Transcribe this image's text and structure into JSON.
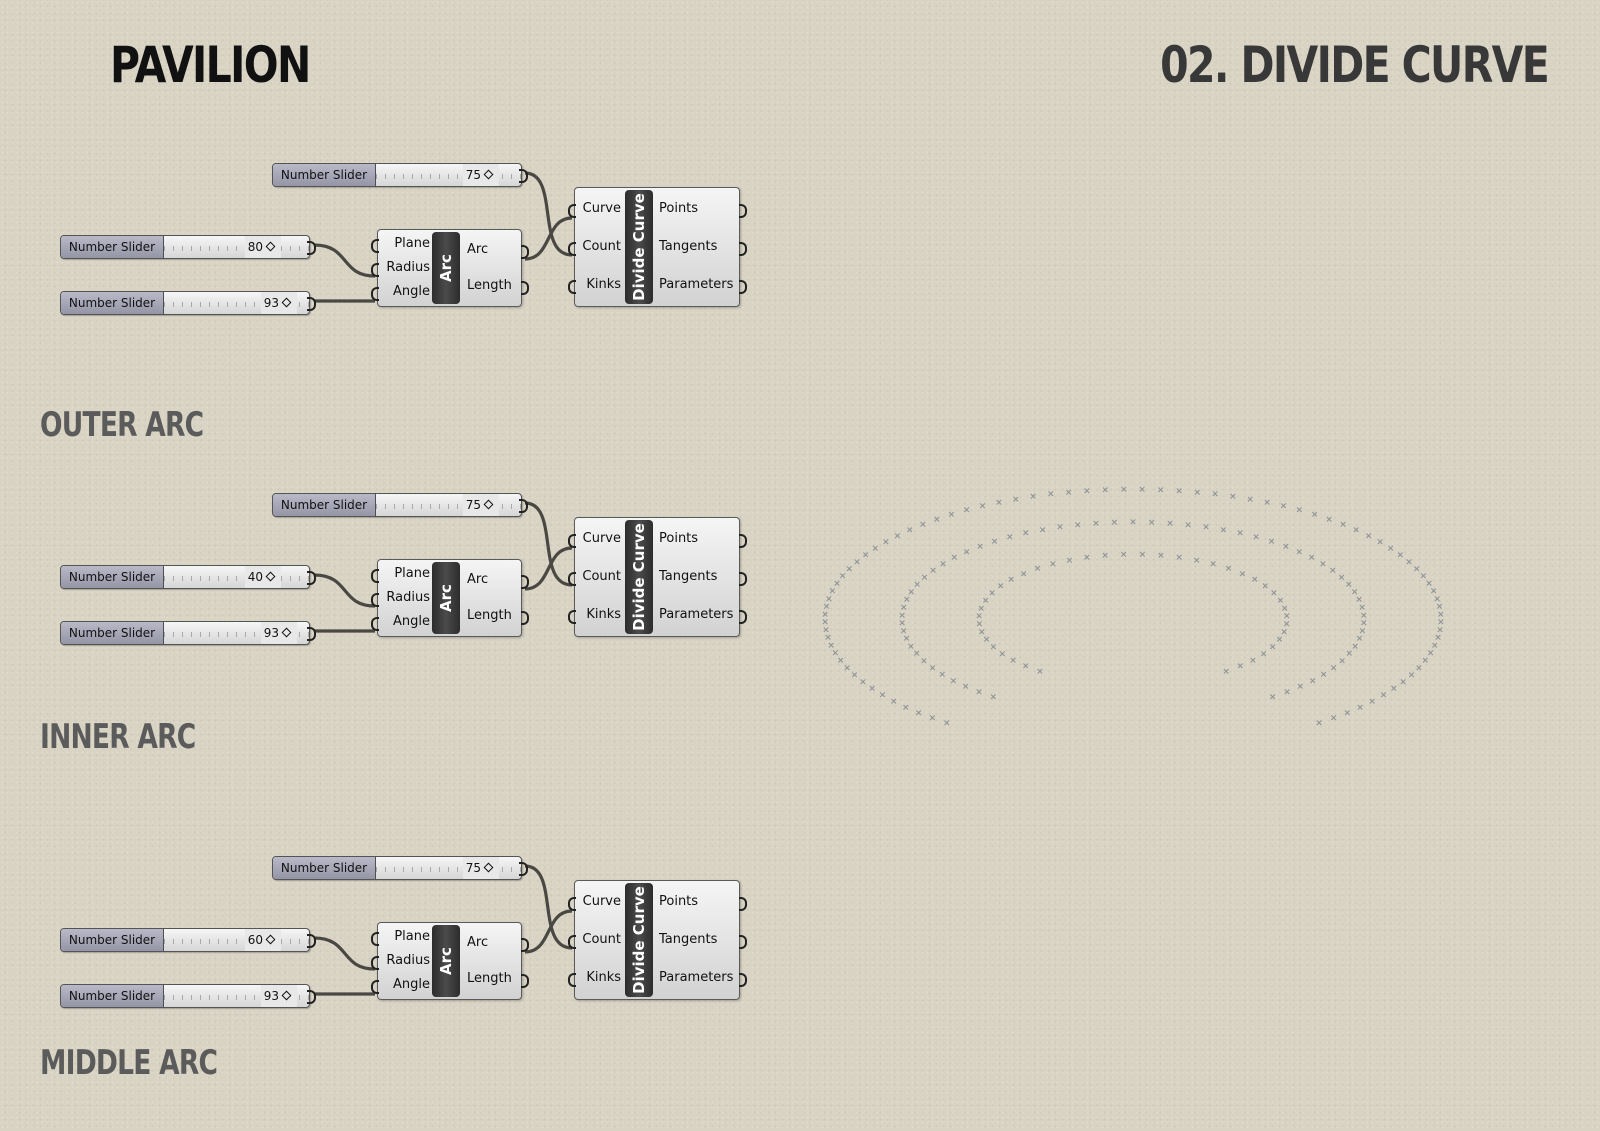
{
  "header": {
    "page_title": "PAVILION",
    "section_title": "02. DIVIDE CURVE"
  },
  "groups": [
    {
      "label": "OUTER ARC",
      "count_slider": {
        "label": "Number Slider",
        "value": "75"
      },
      "radius_slider": {
        "label": "Number Slider",
        "value": "80"
      },
      "angle_slider": {
        "label": "Number Slider",
        "value": "93"
      },
      "arc": {
        "name": "Arc",
        "inputs": [
          "Plane",
          "Radius",
          "Angle"
        ],
        "outputs": [
          "Arc",
          "Length"
        ]
      },
      "divide": {
        "name": "Divide Curve",
        "inputs": [
          "Curve",
          "Count",
          "Kinks"
        ],
        "outputs": [
          "Points",
          "Tangents",
          "Parameters"
        ]
      }
    },
    {
      "label": "INNER ARC",
      "count_slider": {
        "label": "Number Slider",
        "value": "75"
      },
      "radius_slider": {
        "label": "Number Slider",
        "value": "40"
      },
      "angle_slider": {
        "label": "Number Slider",
        "value": "93"
      },
      "arc": {
        "name": "Arc",
        "inputs": [
          "Plane",
          "Radius",
          "Angle"
        ],
        "outputs": [
          "Arc",
          "Length"
        ]
      },
      "divide": {
        "name": "Divide Curve",
        "inputs": [
          "Curve",
          "Count",
          "Kinks"
        ],
        "outputs": [
          "Points",
          "Tangents",
          "Parameters"
        ]
      }
    },
    {
      "label": "MIDDLE ARC",
      "count_slider": {
        "label": "Number Slider",
        "value": "75"
      },
      "radius_slider": {
        "label": "Number Slider",
        "value": "60"
      },
      "angle_slider": {
        "label": "Number Slider",
        "value": "93"
      },
      "arc": {
        "name": "Arc",
        "inputs": [
          "Plane",
          "Radius",
          "Angle"
        ],
        "outputs": [
          "Arc",
          "Length"
        ]
      },
      "divide": {
        "name": "Divide Curve",
        "inputs": [
          "Curve",
          "Count",
          "Kinks"
        ],
        "outputs": [
          "Points",
          "Tangents",
          "Parameters"
        ]
      }
    }
  ],
  "preview": {
    "point_marker": "×",
    "marker_color": "#8f9396",
    "arcs": [
      {
        "radius": 80,
        "angle_deg": 93,
        "count": 75
      },
      {
        "radius": 60,
        "angle_deg": 93,
        "count": 75
      },
      {
        "radius": 40,
        "angle_deg": 93,
        "count": 75
      }
    ]
  }
}
